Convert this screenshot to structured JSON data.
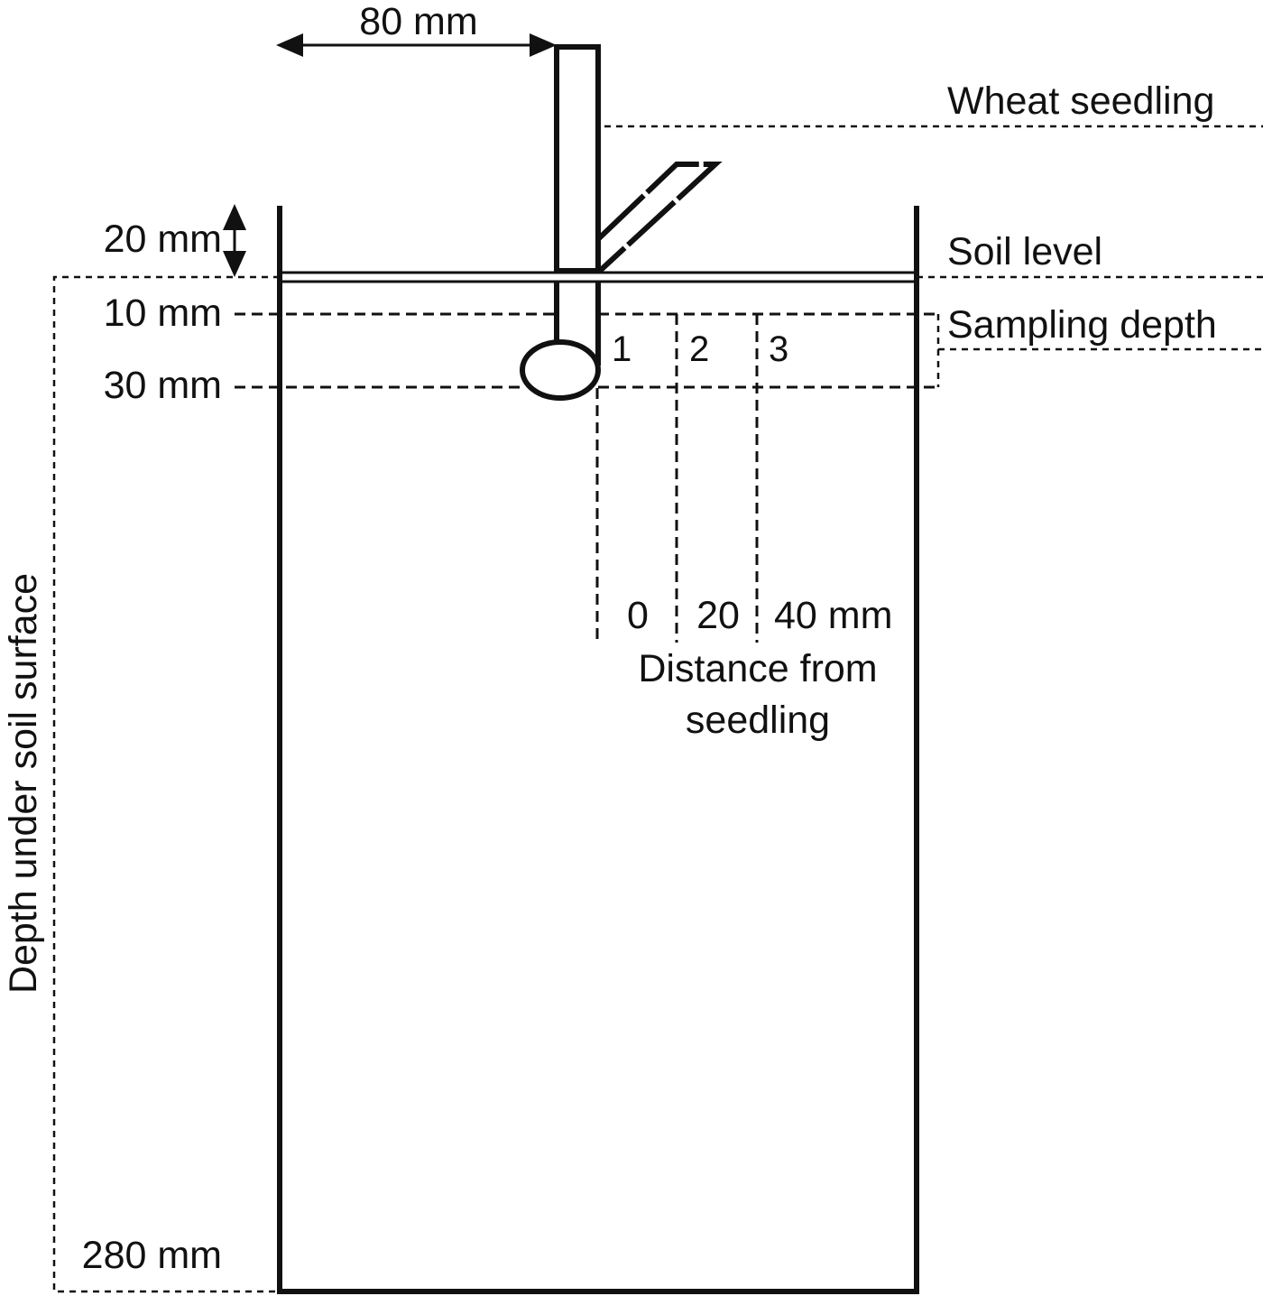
{
  "labels": {
    "width_80": "80 mm",
    "wheat_seedling": "Wheat seedling",
    "top_gap_20": "20 mm",
    "soil_level": "Soil level",
    "depth_10": "10 mm",
    "depth_30": "30 mm",
    "sampling_depth": "Sampling depth",
    "depth_280": "280 mm",
    "depth_axis": "Depth under soil surface",
    "distance_title_line1": "Distance from",
    "distance_title_line2": "seedling"
  },
  "sampling_positions": [
    {
      "number": "1",
      "distance": "0"
    },
    {
      "number": "2",
      "distance": "20"
    },
    {
      "number": "3",
      "distance": "40 mm"
    }
  ]
}
